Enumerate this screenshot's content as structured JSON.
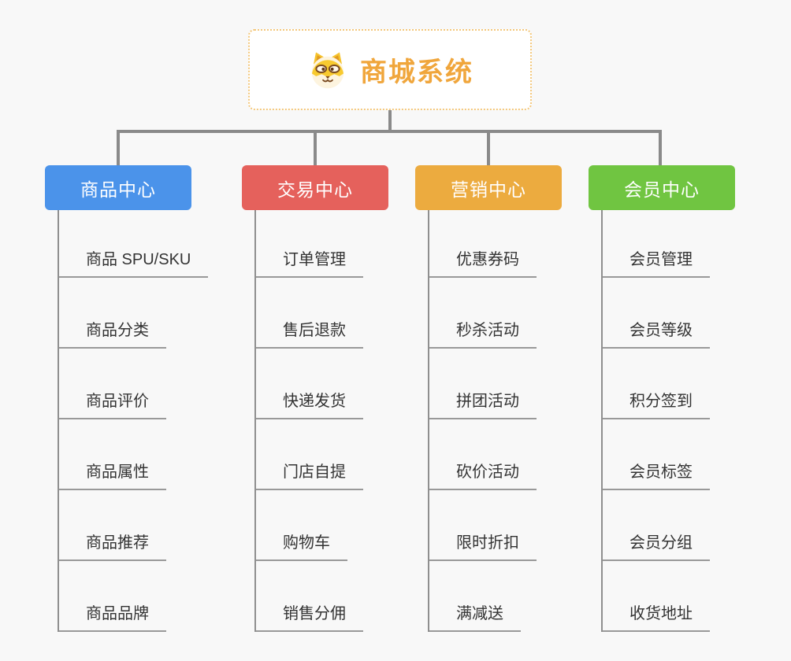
{
  "root": {
    "title": "商城系统",
    "icon": "shiba-dog-icon",
    "border_color": "#f3c77b",
    "title_color": "#f0a63c"
  },
  "branches": [
    {
      "label": "商品中心",
      "color": "#4b93ea",
      "items": [
        "商品 SPU/SKU",
        "商品分类",
        "商品评价",
        "商品属性",
        "商品推荐",
        "商品品牌"
      ]
    },
    {
      "label": "交易中心",
      "color": "#e5615c",
      "items": [
        "订单管理",
        "售后退款",
        "快递发货",
        "门店自提",
        "购物车",
        "销售分佣"
      ]
    },
    {
      "label": "营销中心",
      "color": "#ecab3f",
      "items": [
        "优惠券码",
        "秒杀活动",
        "拼团活动",
        "砍价活动",
        "限时折扣",
        "满减送"
      ]
    },
    {
      "label": "会员中心",
      "color": "#70c541",
      "items": [
        "会员管理",
        "会员等级",
        "积分签到",
        "会员标签",
        "会员分组",
        "收货地址"
      ]
    }
  ],
  "colors": {
    "background": "#f8f8f8",
    "connector": "#8a8a8a",
    "underline": "#999999",
    "item_text": "#333333"
  }
}
